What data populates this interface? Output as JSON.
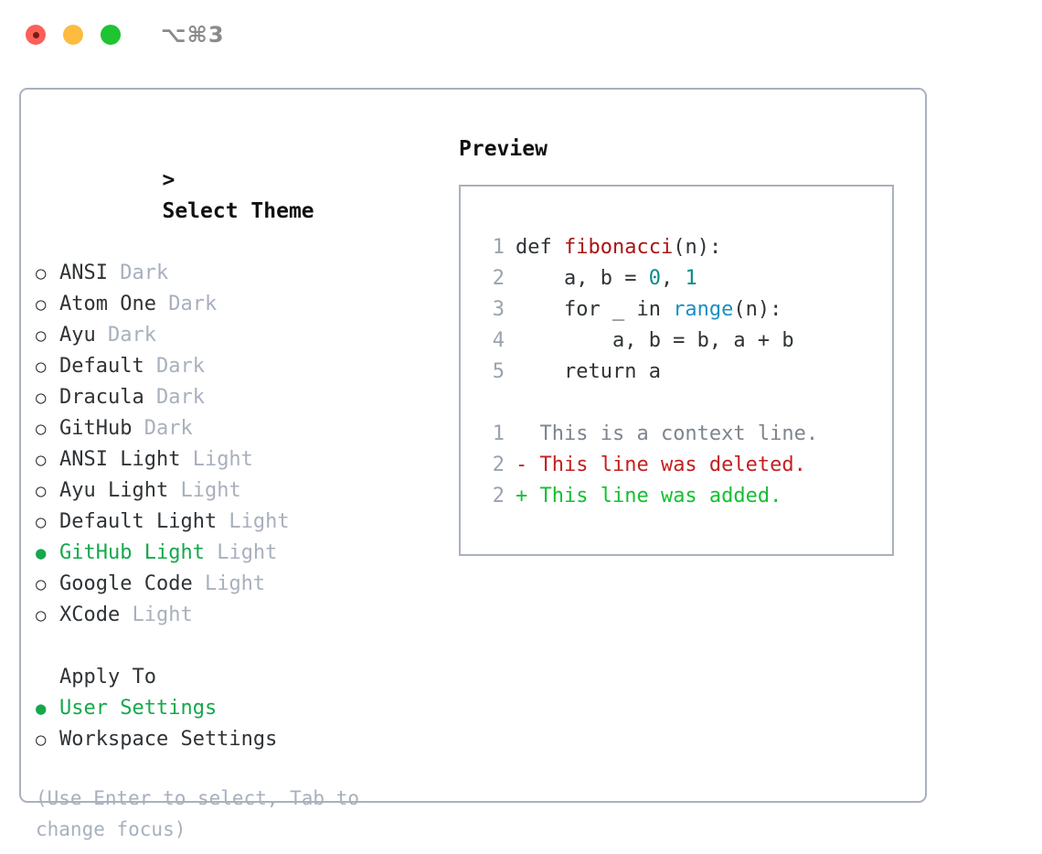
{
  "window": {
    "title": "⌥⌘3",
    "traffic_lights": [
      "close",
      "minimize",
      "maximize"
    ],
    "colors": {
      "close": "#fc6058",
      "minimize": "#fdbc40",
      "maximize": "#1ec432",
      "accent_green": "#15a84a",
      "muted": "#a8b0bd",
      "border": "#aab1bd"
    }
  },
  "theme_picker": {
    "caret": ">",
    "heading": "Select Theme",
    "bullet_off": "○",
    "bullet_on": "●",
    "items": [
      {
        "label": "ANSI",
        "suffix": "Dark",
        "selected": false
      },
      {
        "label": "Atom One",
        "suffix": "Dark",
        "selected": false
      },
      {
        "label": "Ayu",
        "suffix": "Dark",
        "selected": false
      },
      {
        "label": "Default",
        "suffix": "Dark",
        "selected": false
      },
      {
        "label": "Dracula",
        "suffix": "Dark",
        "selected": false
      },
      {
        "label": "GitHub",
        "suffix": "Dark",
        "selected": false
      },
      {
        "label": "ANSI Light",
        "suffix": "Light",
        "selected": false
      },
      {
        "label": "Ayu Light",
        "suffix": "Light",
        "selected": false
      },
      {
        "label": "Default Light",
        "suffix": "Light",
        "selected": false
      },
      {
        "label": "GitHub Light",
        "suffix": "Light",
        "selected": true
      },
      {
        "label": "Google Code",
        "suffix": "Light",
        "selected": false
      },
      {
        "label": "XCode",
        "suffix": "Light",
        "selected": false
      }
    ]
  },
  "apply_to": {
    "heading": "Apply To",
    "items": [
      {
        "label": "User Settings",
        "selected": true
      },
      {
        "label": "Workspace Settings",
        "selected": false
      }
    ]
  },
  "hint": "(Use Enter to select, Tab to change focus)",
  "preview": {
    "title": "Preview",
    "code_lines": [
      {
        "no": "1",
        "tokens": [
          {
            "t": "def ",
            "c": "plain"
          },
          {
            "t": "fibonacci",
            "c": "fn"
          },
          {
            "t": "(n):",
            "c": "plain"
          }
        ]
      },
      {
        "no": "2",
        "tokens": [
          {
            "t": "    a, b = ",
            "c": "plain"
          },
          {
            "t": "0",
            "c": "num"
          },
          {
            "t": ", ",
            "c": "plain"
          },
          {
            "t": "1",
            "c": "num"
          }
        ]
      },
      {
        "no": "3",
        "tokens": [
          {
            "t": "    for _ in ",
            "c": "plain"
          },
          {
            "t": "range",
            "c": "call"
          },
          {
            "t": "(n):",
            "c": "plain"
          }
        ]
      },
      {
        "no": "4",
        "tokens": [
          {
            "t": "        a, b = b, a + b",
            "c": "plain"
          }
        ]
      },
      {
        "no": "5",
        "tokens": [
          {
            "t": "    return a",
            "c": "plain"
          }
        ]
      }
    ],
    "diff_lines": [
      {
        "no": "1",
        "marker": " ",
        "text": " This is a context line.",
        "kind": "ctx"
      },
      {
        "no": "2",
        "marker": "-",
        "text": " This line was deleted.",
        "kind": "del"
      },
      {
        "no": "2",
        "marker": "+",
        "text": " This line was added.",
        "kind": "add"
      }
    ]
  }
}
